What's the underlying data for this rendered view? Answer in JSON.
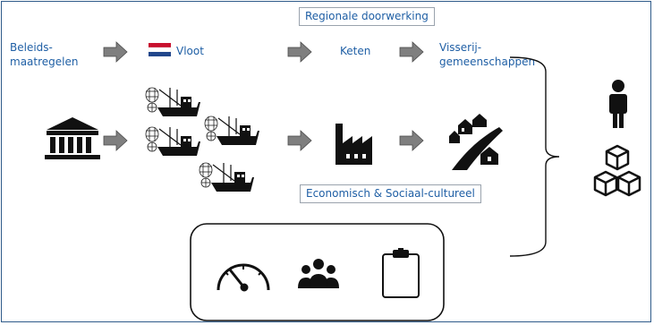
{
  "labels": {
    "regionale": "Regionale doorwerking",
    "beleids_line1": "Beleids-",
    "beleids_line2": "maatregelen",
    "vloot": "Vloot",
    "keten": "Keten",
    "visserij_line1": "Visserij-",
    "visserij_line2": "gemeenschappen",
    "economisch": "Economisch & Sociaal-cultureel"
  },
  "icons": {
    "policy": "government-building-icon",
    "flag": "netherlands-flag-icon",
    "fleet": "fishing-vessel-icon",
    "chain": "factory-icon",
    "communities": "houses-road-icon",
    "person": "person-icon",
    "blocks": "cubes-icon",
    "meter": "speedometer-icon",
    "group": "people-group-icon",
    "clipboard": "clipboard-icon"
  },
  "colors": {
    "label_text": "#1f5fa5",
    "arrow_fill": "#7f7f7f",
    "icon_fill": "#111111",
    "flag_red": "#c8102e",
    "flag_blue": "#21468b",
    "frame": "#2f5b8a"
  }
}
